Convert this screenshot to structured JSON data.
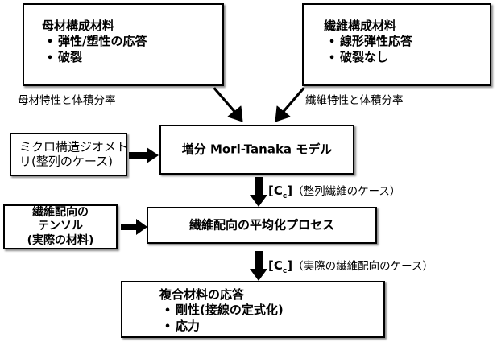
{
  "diagram": {
    "type": "flowchart",
    "title": "Incremental Mori-Tanaka composite modelling flow",
    "boxes": {
      "matrix_constituent": {
        "heading": "母材構成材料",
        "bullets": [
          "弾性/塑性の応答",
          "破裂"
        ]
      },
      "fiber_constituent": {
        "heading": "繊維構成材料",
        "bullets": [
          "線形弾性応答",
          "破裂なし"
        ]
      },
      "microstructure_geometry": {
        "lines": [
          "ミクロ構造ジオメト",
          "リ(整列のケース)"
        ]
      },
      "fiber_orientation_tensor": {
        "lines": [
          "繊維配向の",
          "テンソル",
          "(実際の材料)"
        ]
      },
      "mori_tanaka_model": {
        "label": "増分 Mori-Tanaka モデル"
      },
      "averaging_process": {
        "label": "繊維配向の平均化プロセス"
      },
      "composite_response": {
        "heading": "複合材料の応答",
        "bullets": [
          "剛性(接線の定式化)",
          "応力"
        ]
      }
    },
    "captions": {
      "matrix_properties": "母材特性と体積分率",
      "fiber_properties": "繊維特性と体積分率"
    },
    "flow_labels": {
      "aligned_fiber_case": {
        "symbol": "C",
        "subscript": "c",
        "text": "（整列繊維のケース）"
      },
      "actual_orientation_case": {
        "symbol": "C",
        "subscript": "c",
        "text": "（実際の繊維配向のケース）"
      }
    },
    "bullet_glyph": "•",
    "colors": {
      "background": "#ffffff",
      "stroke": "#000000",
      "text": "#000000"
    }
  }
}
